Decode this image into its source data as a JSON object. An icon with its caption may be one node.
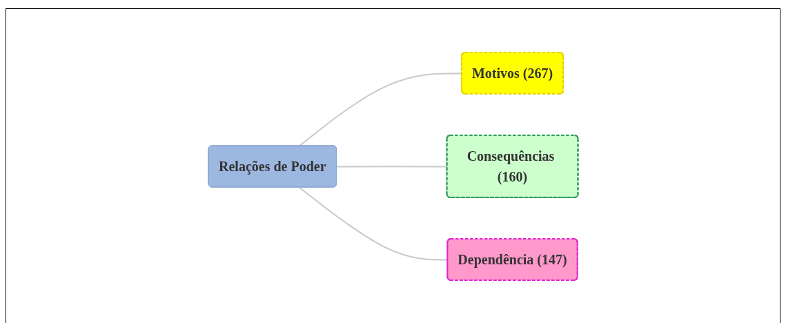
{
  "diagram": {
    "nodes": [
      {
        "text": [
          "Motivos (267)"
        ]
      },
      {
        "text": [
          "Consequências (160)"
        ]
      },
      {
        "text": [
          "Relações de Poder"
        ]
      },
      {
        "text": [
          "Dependência (147)"
        ]
      }
    ],
    "edges": [
      {
        "from": 2,
        "to": 0,
        "arrow": "none"
      },
      {
        "from": 2,
        "to": 1,
        "arrow": "none"
      },
      {
        "from": 2,
        "to": 3,
        "arrow": "none"
      }
    ]
  }
}
